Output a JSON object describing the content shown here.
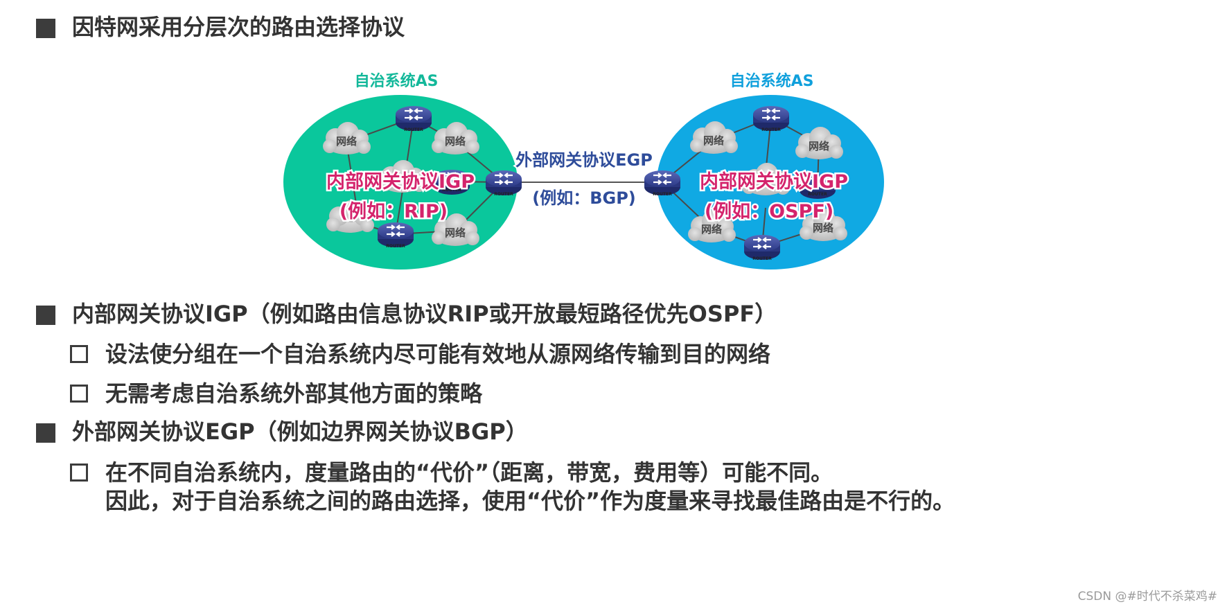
{
  "heading": "因特网采用分层次的路由选择协议",
  "diagram": {
    "as_left_title": "自治系统AS",
    "as_right_title": "自治系统AS",
    "network_label": "网络",
    "router_label": "ROUTER",
    "left_igp_line1": "内部网关协议IGP",
    "left_igp_line2": "(例如：RIP)",
    "right_igp_line1": "内部网关协议IGP",
    "right_igp_line2": "(例如：OSPF)",
    "egp_line1": "外部网关协议EGP",
    "egp_line2": "(例如：BGP)",
    "colors": {
      "left_as": "#0ac79c",
      "right_as": "#10a9e3",
      "egp_text": "#2e4c9a",
      "igp_text": "#d4246c",
      "router": "#3b4a9a"
    }
  },
  "igp": {
    "title": "内部网关协议IGP（例如路由信息协议RIP或开放最短路径优先OSPF）",
    "items": [
      "设法使分组在一个自治系统内尽可能有效地从源网络传输到目的网络",
      "无需考虑自治系统外部其他方面的策略"
    ]
  },
  "egp": {
    "title": "外部网关协议EGP（例如边界网关协议BGP）",
    "item_line1": "在不同自治系统内，度量路由的“代价”（距离，带宽，费用等）可能不同。",
    "item_line2": "因此，对于自治系统之间的路由选择，使用“代价”作为度量来寻找最佳路由是不行的。"
  },
  "watermark": "CSDN @#时代不杀菜鸡#"
}
